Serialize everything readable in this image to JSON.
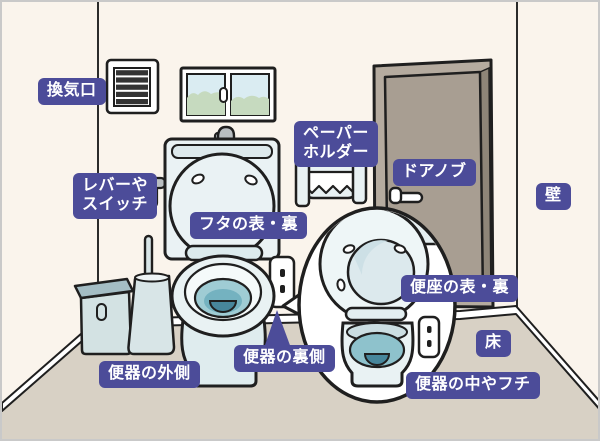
{
  "figure_type": "labeled-illustration-of-toilet-room-parts",
  "labels": {
    "vent": "換気口",
    "lever_switch": {
      "line1": "レバーや",
      "line2": "スイッチ"
    },
    "lid_front_back": "フタの表・裏",
    "paper_holder": {
      "line1": "ペーパー",
      "line2": "ホルダー"
    },
    "doorknob": "ドアノブ",
    "wall": "壁",
    "seat_front_back": "便座の表・裏",
    "floor": "床",
    "bowl_inside_rim": "便器の中やフチ",
    "bowl_outside": "便器の外側",
    "bowl_back": "便器の裏側"
  },
  "illustration_objects": [
    "ventilation-grille",
    "window",
    "door",
    "door-handle",
    "toilet-paper-holder",
    "toilet-tank",
    "flush-lever",
    "faucet",
    "raised-lid",
    "toilet-bowl",
    "bidet-control-panel",
    "sanitary-box",
    "toilet-brush",
    "zoom-callout-balloon",
    "zoomed-toilet-with-raised-seat"
  ],
  "colors": {
    "label_background": "#4C4C99",
    "label_text": "#FFFFFF",
    "wall": "#FAF4EC",
    "floor": "#D8D1C5",
    "baseboard": "#FFFFFF",
    "door": "#A89E92",
    "door_frame": "#B5AB9F",
    "toilet_body": "#EAF2F4",
    "water_light": "#9FCCD4",
    "water_mid": "#74B2C0",
    "water_dark": "#47869B",
    "window_sky": "#DAECF2",
    "window_bush": "#C6DABF",
    "outline": "#1F1F1F"
  }
}
